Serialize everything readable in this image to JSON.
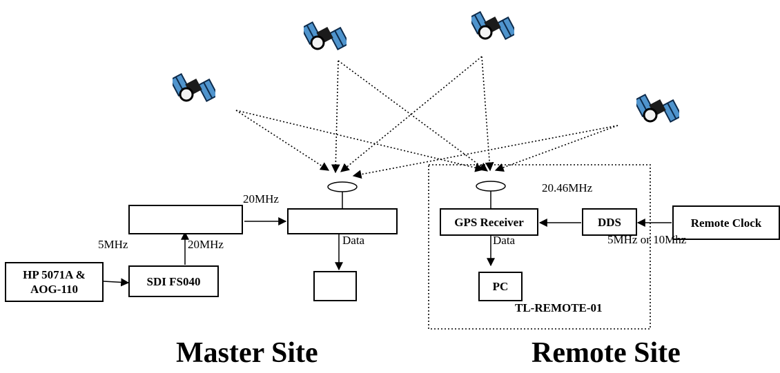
{
  "boxes": {
    "hp_clock": "HP 5071A & AOG-110",
    "sdi": "SDI FS040",
    "master_upper": "",
    "master_receiver": "",
    "master_pc": "",
    "gps_receiver": "GPS Receiver",
    "dds": "DDS",
    "remote_clock": "Remote Clock",
    "remote_pc": "PC"
  },
  "labels": {
    "m_20mhz_top": "20MHz",
    "m_5mhz": "5MHz",
    "m_20mhz_vertical": "20MHz",
    "m_data": "Data",
    "r_20_46mhz": "20.46MHz",
    "r_data": "Data",
    "r_5_or_10": "5MHz or 10Mhz",
    "remote_id": "TL-REMOTE-01"
  },
  "titles": {
    "master": "Master Site",
    "remote": "Remote Site"
  },
  "icons": [
    "satellite-icon",
    "antenna-icon",
    "arrow-icon"
  ]
}
